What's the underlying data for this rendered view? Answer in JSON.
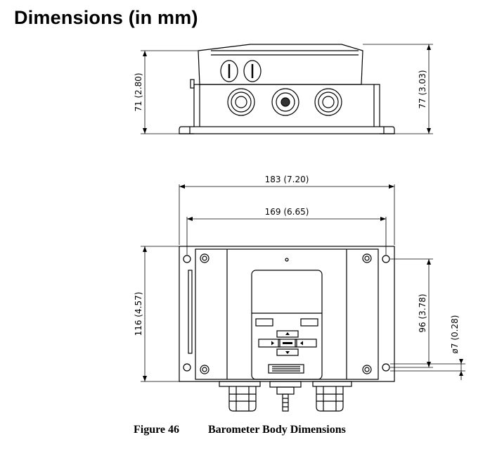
{
  "page": {
    "heading": "Dimensions (in mm)"
  },
  "dimensions": {
    "front_height": "71 (2.80)",
    "front_height_total": "77 (3.03)",
    "overall_width": "183 (7.20)",
    "mount_width": "169 (6.65)",
    "overall_height": "116 (4.57)",
    "mount_height": "96 (3.78)",
    "hole_diameter": "ø7 (0.28)"
  },
  "figure": {
    "number": "Figure 46",
    "title": "Barometer Body Dimensions"
  }
}
